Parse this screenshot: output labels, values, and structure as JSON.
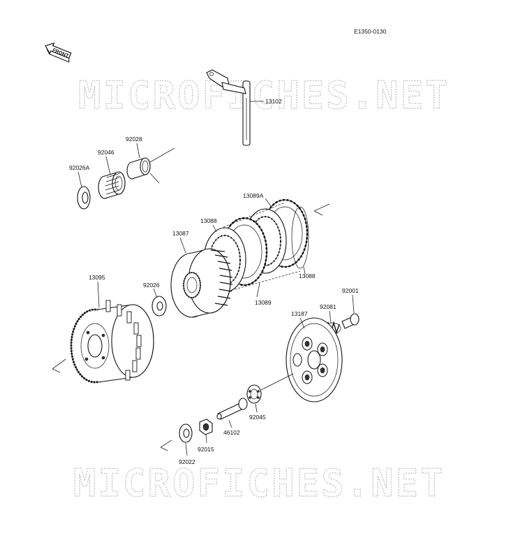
{
  "diagram": {
    "code": "E1350-0130",
    "front_label": "FRONT",
    "watermark": "MICROFICHES.NET",
    "parts": [
      {
        "id": "13102",
        "label": "13102"
      },
      {
        "id": "92028",
        "label": "92028"
      },
      {
        "id": "92046",
        "label": "92046"
      },
      {
        "id": "92026A",
        "label": "92026A"
      },
      {
        "id": "13089A",
        "label": "13089A"
      },
      {
        "id": "13088a",
        "label": "13088"
      },
      {
        "id": "13087",
        "label": "13087"
      },
      {
        "id": "13088b",
        "label": "13088"
      },
      {
        "id": "13089",
        "label": "13089"
      },
      {
        "id": "13095",
        "label": "13095"
      },
      {
        "id": "92026",
        "label": "92026"
      },
      {
        "id": "92001",
        "label": "92001"
      },
      {
        "id": "92081",
        "label": "92081"
      },
      {
        "id": "13187",
        "label": "13187"
      },
      {
        "id": "92045",
        "label": "92045"
      },
      {
        "id": "46102",
        "label": "46102"
      },
      {
        "id": "92015",
        "label": "92015"
      },
      {
        "id": "92022",
        "label": "92022"
      }
    ]
  }
}
